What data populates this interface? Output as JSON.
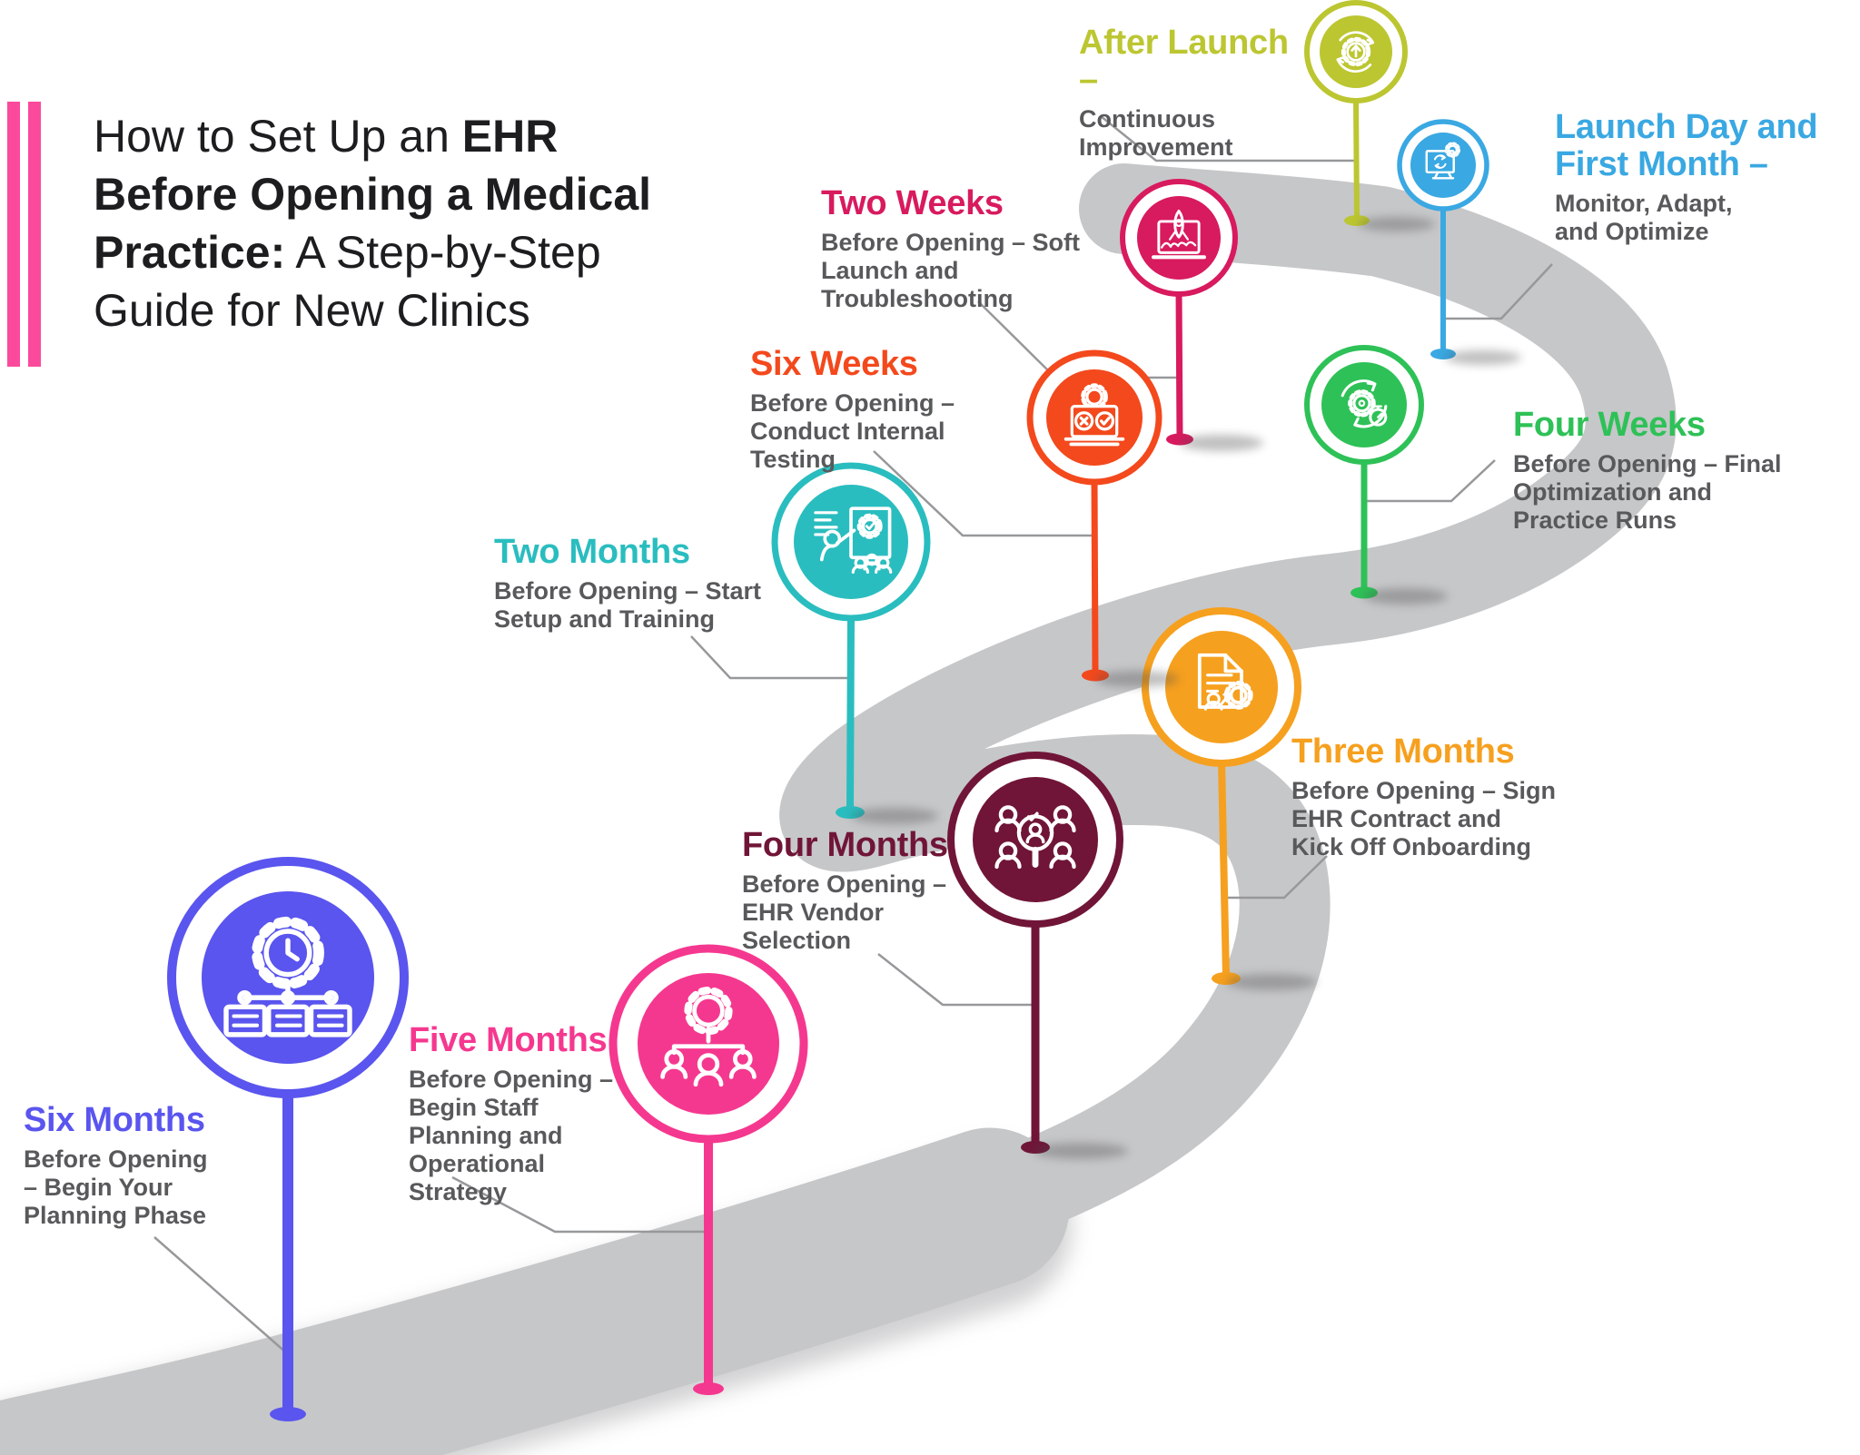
{
  "title": {
    "line1_regular": "How to Set Up an ",
    "line1_bold": "EHR",
    "line2_bold": "Before Opening a Medical",
    "line3_bold": "Practice:",
    "line3_regular": " A Step-by-Step",
    "line4_regular": "Guide for New Clinics"
  },
  "palette": {
    "body_text_gray": "#58595b",
    "title_black": "#1d1d20",
    "road_gray": "#c6c7c9",
    "connector_gray": "#96989a",
    "accent_bars_pink": "#fb4a9b"
  },
  "milestones": [
    {
      "id": "six-months",
      "heading": "Six Months",
      "color": "#5a55ee",
      "body_lines": [
        "Before Opening",
        "– Begin Your",
        "Planning Phase"
      ],
      "icon": "gear-clock-planning-icon"
    },
    {
      "id": "five-months",
      "heading": "Five Months",
      "color": "#f5388f",
      "body_lines": [
        "Before Opening –",
        "Begin Staff",
        "Planning and",
        "Operational",
        "Strategy"
      ],
      "icon": "gear-org-chart-icon"
    },
    {
      "id": "four-months",
      "heading": "Four Months",
      "color": "#701537",
      "body_lines": [
        "Before Opening –",
        "EHR Vendor",
        "Selection"
      ],
      "icon": "people-magnifier-icon"
    },
    {
      "id": "three-months",
      "heading": "Three Months",
      "color": "#f6a01f",
      "body_lines": [
        "Before Opening – Sign",
        "EHR Contract and",
        "Kick Off Onboarding"
      ],
      "icon": "contract-gear-icon"
    },
    {
      "id": "two-months",
      "heading": "Two Months",
      "color": "#2abdbf",
      "body_lines": [
        "Before Opening – Start",
        "Setup and Training"
      ],
      "icon": "training-presentation-icon"
    },
    {
      "id": "six-weeks",
      "heading": "Six Weeks",
      "color": "#f3491d",
      "body_lines": [
        "Before Opening –",
        "Conduct Internal",
        "Testing"
      ],
      "icon": "laptop-testing-icon"
    },
    {
      "id": "four-weeks",
      "heading": "Four Weeks",
      "color": "#2ec157",
      "body_lines": [
        "Before Opening – Final",
        "Optimization and",
        "Practice Runs"
      ],
      "icon": "cycle-stopwatch-icon"
    },
    {
      "id": "two-weeks",
      "heading": "Two Weeks",
      "color": "#d81a5e",
      "body_lines": [
        "Before Opening – Soft",
        "Launch and",
        "Troubleshooting"
      ],
      "icon": "laptop-rocket-icon"
    },
    {
      "id": "after-launch",
      "heading": "After Launch –",
      "color": "#bcc631",
      "body_lines": [
        "Continuous",
        "Improvement"
      ],
      "icon": "gear-upgrade-cycle-icon"
    },
    {
      "id": "launch-day",
      "heading": "Launch Day and First Month –",
      "color": "#3aa8e2",
      "body_lines": [
        "Monitor, Adapt,",
        "and Optimize"
      ],
      "icon": "monitor-sync-gear-icon"
    }
  ]
}
